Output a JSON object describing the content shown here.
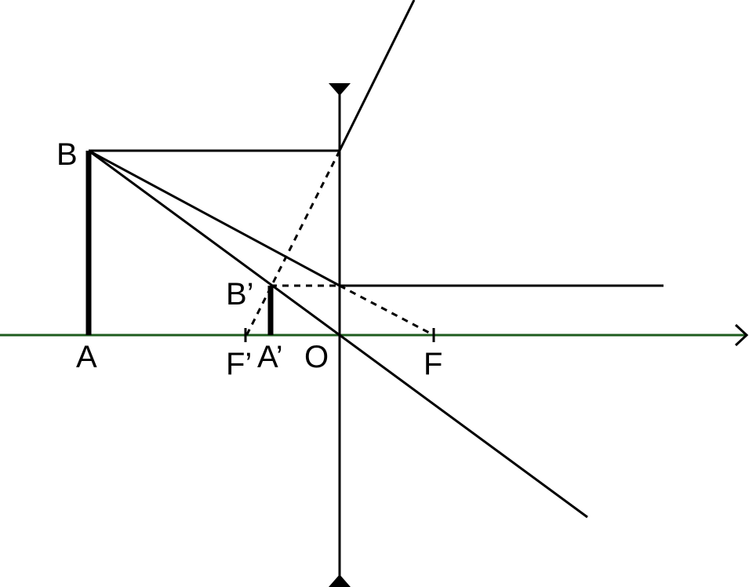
{
  "diagram": {
    "labels": {
      "B": "B",
      "A": "A",
      "B_prime": "B’",
      "A_prime": "A’",
      "F_prime": "F’",
      "O": "O",
      "F": "F"
    },
    "colors": {
      "principal_axis": "#1e5c1e",
      "rays": "#000000",
      "background": "#ffffff"
    }
  }
}
